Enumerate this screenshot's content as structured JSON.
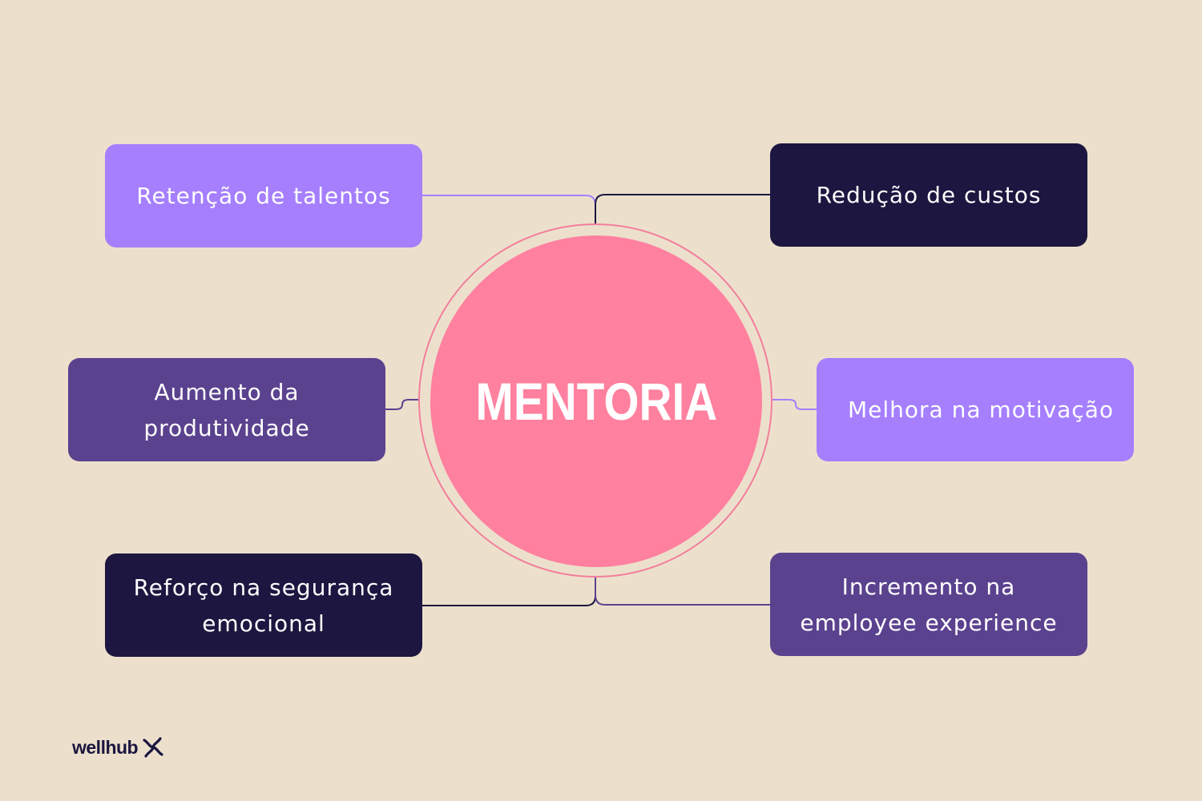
{
  "center": {
    "label": "MENTORIA",
    "fill": "#ff809f",
    "ring": "#f37e9b"
  },
  "benefits": [
    {
      "label": "Retenção de talentos",
      "fill": "#a57ffe",
      "connector": "#a57ffe"
    },
    {
      "label": "Redução de custos",
      "fill": "#1c1640",
      "connector": "#1c1640"
    },
    {
      "label": "Aumento da\nprodutividade",
      "fill": "#5b428f",
      "connector": "#5b428f"
    },
    {
      "label": "Melhora na motivação",
      "fill": "#a57ffe",
      "connector": "#a57ffe"
    },
    {
      "label": "Reforço na segurança\nemocional",
      "fill": "#1c1640",
      "connector": "#1c1640"
    },
    {
      "label": "Incremento na\nemployee experience",
      "fill": "#5b428f",
      "connector": "#5b428f"
    }
  ],
  "brand": {
    "name": "wellhub",
    "icon": "wellhub-pinwheel-icon",
    "color": "#1b1640"
  }
}
